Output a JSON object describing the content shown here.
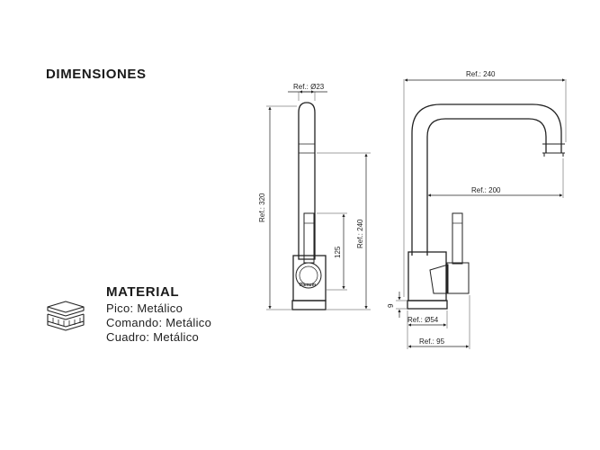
{
  "heading": "DIMENSIONES",
  "material": {
    "title": "MATERIAL",
    "lines": [
      "Pico: Metálico",
      "Comando: Metálico",
      "Cuadro: Metálico"
    ]
  },
  "icons": {
    "material": "layered-material-icon"
  },
  "dimensions": {
    "side": {
      "spout_diameter": "Ref.: Ø23",
      "total_height": "Ref.: 320",
      "spout_height": "Ref.: 240",
      "lever_height": "125"
    },
    "front": {
      "total_width": "Ref.: 240",
      "reach": "Ref.: 200",
      "base_height": "9",
      "base_diameter": "Ref.: Ø54",
      "base_to_lever": "Ref.: 95"
    }
  },
  "logo_text": "Plenum"
}
